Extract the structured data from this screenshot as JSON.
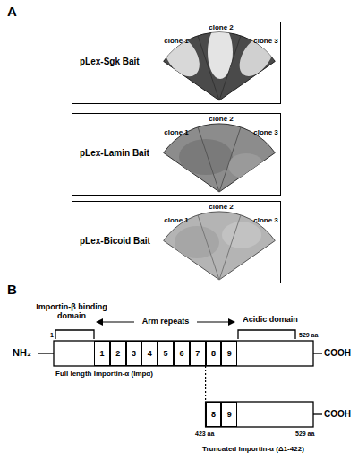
{
  "diagram": {
    "nodes": [
      {
        "text": [
          "pLex-Sgk Bait",
          "clone 1",
          "clone 2",
          "clone 3"
        ]
      },
      {
        "text": [
          "pLex-Lamin Bait",
          "clone 1",
          "clone 2",
          "clone 3"
        ]
      },
      {
        "text": [
          "pLex-Bicoid Bait",
          "clone 1",
          "clone 2",
          "clone 3"
        ]
      },
      {
        "text": [
          "1"
        ]
      },
      {
        "text": [
          "2"
        ]
      },
      {
        "text": [
          "3"
        ]
      },
      {
        "text": [
          "4"
        ]
      },
      {
        "text": [
          "5"
        ]
      },
      {
        "text": [
          "6"
        ]
      },
      {
        "text": [
          "7"
        ]
      },
      {
        "text": [
          "8"
        ]
      },
      {
        "text": [
          "9"
        ]
      },
      {
        "text": [
          "8"
        ]
      },
      {
        "text": [
          "9"
        ]
      }
    ],
    "labels": [
      "A",
      "B",
      "Importin-β binding domain",
      "Arm repeats",
      "Acidic domain",
      "1",
      "529 aa",
      "NH₂",
      "COOH",
      "Full length Importin-α (Impα)",
      "COOH",
      "423 aa",
      "529 aa",
      "Truncated Importin-α (Δ1-422)"
    ]
  }
}
